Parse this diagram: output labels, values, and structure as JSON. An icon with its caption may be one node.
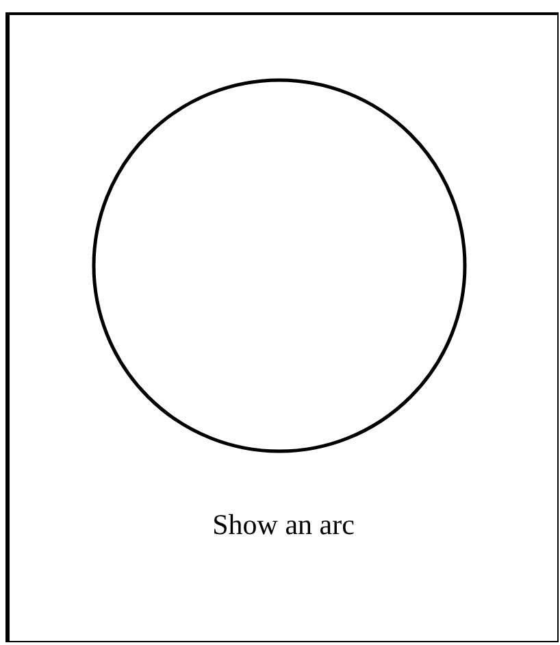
{
  "diagram": {
    "nodes": [
      {
        "text": [
          "Show an arc"
        ]
      },
      {
        "text": [],
        "shape": "circle",
        "in": 0
      }
    ]
  }
}
